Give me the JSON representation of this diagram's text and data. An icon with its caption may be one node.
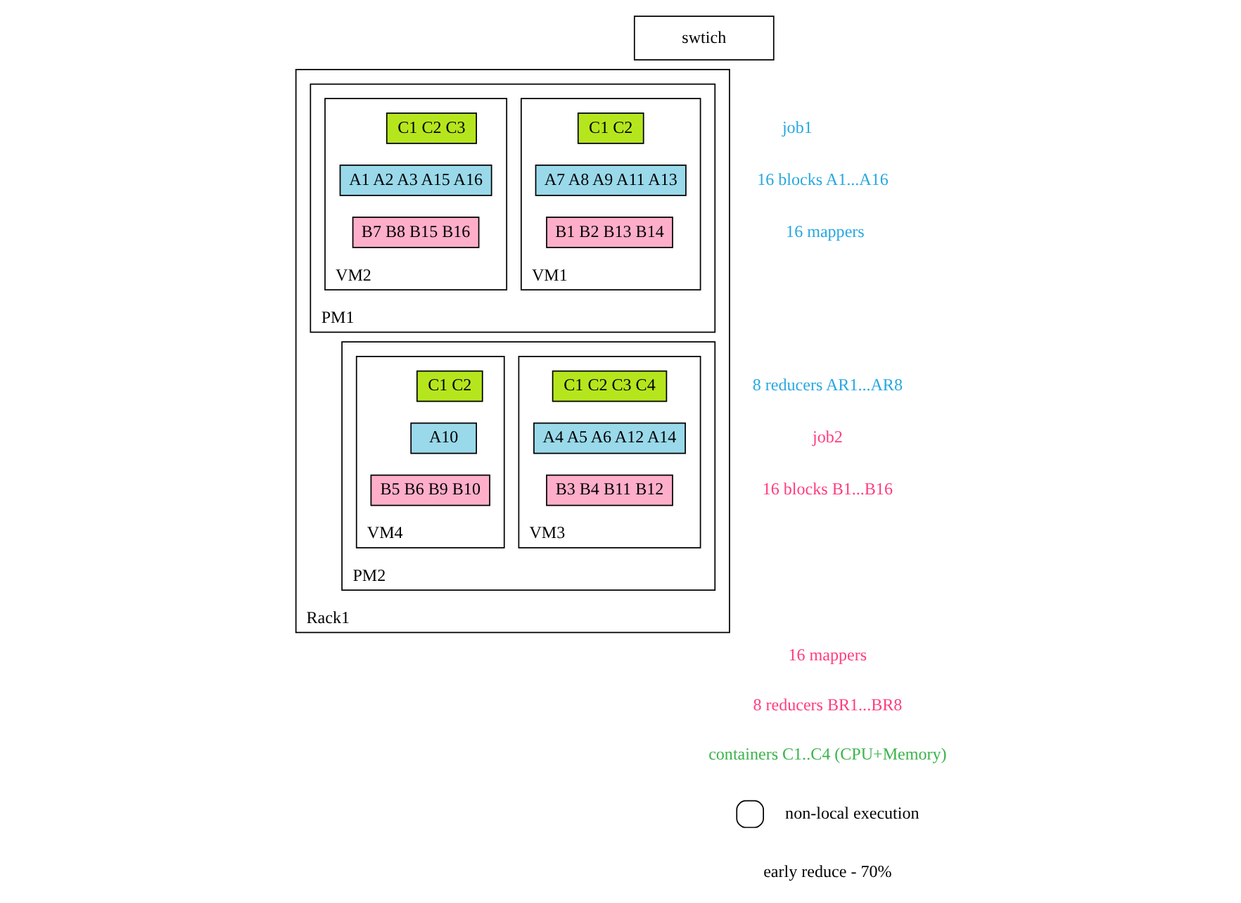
{
  "diagram": {
    "nodes": [
      {
        "text": [
          "swtich"
        ]
      },
      {
        "text": [
          "Rack1"
        ]
      },
      {
        "text": [
          "PM1"
        ],
        "in": 1
      },
      {
        "text": [
          "VM1"
        ],
        "in": 2
      },
      {
        "text": [
          "C1 C2"
        ],
        "in": 3
      },
      {
        "text": [
          "A7 A8 A9 A11 A13"
        ],
        "in": 3
      },
      {
        "text": [
          "B1 B2 B13 B14"
        ],
        "in": 3
      },
      {
        "text": [
          "VM2"
        ],
        "in": 2
      },
      {
        "text": [
          "C1 C2 C3"
        ],
        "in": 7
      },
      {
        "text": [
          "A1 A2 A3 A15 A16"
        ],
        "in": 7
      },
      {
        "text": [
          "B7 B8 B15 B16"
        ],
        "in": 7
      },
      {
        "text": [
          "PM2"
        ],
        "in": 1
      },
      {
        "text": [
          "VM3"
        ],
        "in": 11
      },
      {
        "text": [
          "C1 C2 C3 C4"
        ],
        "in": 12
      },
      {
        "text": [
          "A4 A5 A6 A12 A14"
        ],
        "in": 12
      },
      {
        "text": [
          "B3 B4 B11 B12"
        ],
        "in": 12
      },
      {
        "text": [
          "VM4"
        ],
        "in": 11
      },
      {
        "text": [
          "C1 C2"
        ],
        "in": 16
      },
      {
        "text": [
          "A10"
        ],
        "in": 16
      },
      {
        "text": [
          "B5 B6 B9 B10"
        ],
        "in": 16
      }
    ],
    "edges": [],
    "labels": [
      "job1",
      "16 blocks A1...A16",
      "16 mappers",
      "8 reducers AR1...AR8",
      "job2",
      "16 blocks B1...B16",
      "16 mappers",
      "8 reducers BR1...BR8",
      "containers C1..C4 (CPU+Memory)",
      "early reduce - 70%"
    ],
    "legend": [
      {
        "text": "non-local execution"
      }
    ]
  }
}
